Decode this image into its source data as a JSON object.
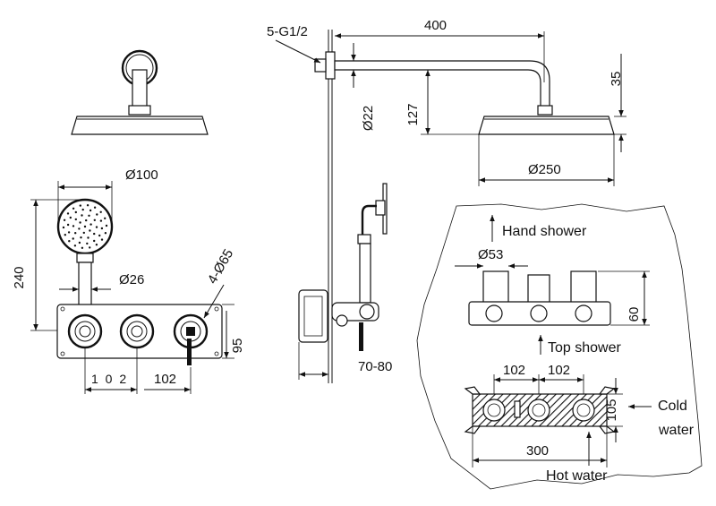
{
  "colors": {
    "line": "#111111",
    "background": "#ffffff"
  },
  "labels": {
    "connection_size": "5-G1/2",
    "arm_length": "400",
    "head_drop": "35",
    "arm_pipe_dia": "Ø22",
    "arm_height": "127",
    "rain_head_dia": "Ø250",
    "hand_shower_dia": "Ø100",
    "hand_shower_height": "240",
    "hose_dia": "Ø26",
    "handle_dia": "4-Ø65",
    "handle_spacing_spaced": "1 0 2",
    "handle_spacing": "102",
    "plate_height": "95",
    "wall_depth": "70-80",
    "hand_shower_outlet": "Hand shower",
    "body_dia": "Ø53",
    "body_height": "60",
    "top_shower_outlet": "Top shower",
    "valve_spacing_left": "102",
    "valve_spacing_right": "102",
    "valve_height": "105",
    "cold_water": "Cold water",
    "body_width": "300",
    "hot_water": "Hot water"
  }
}
